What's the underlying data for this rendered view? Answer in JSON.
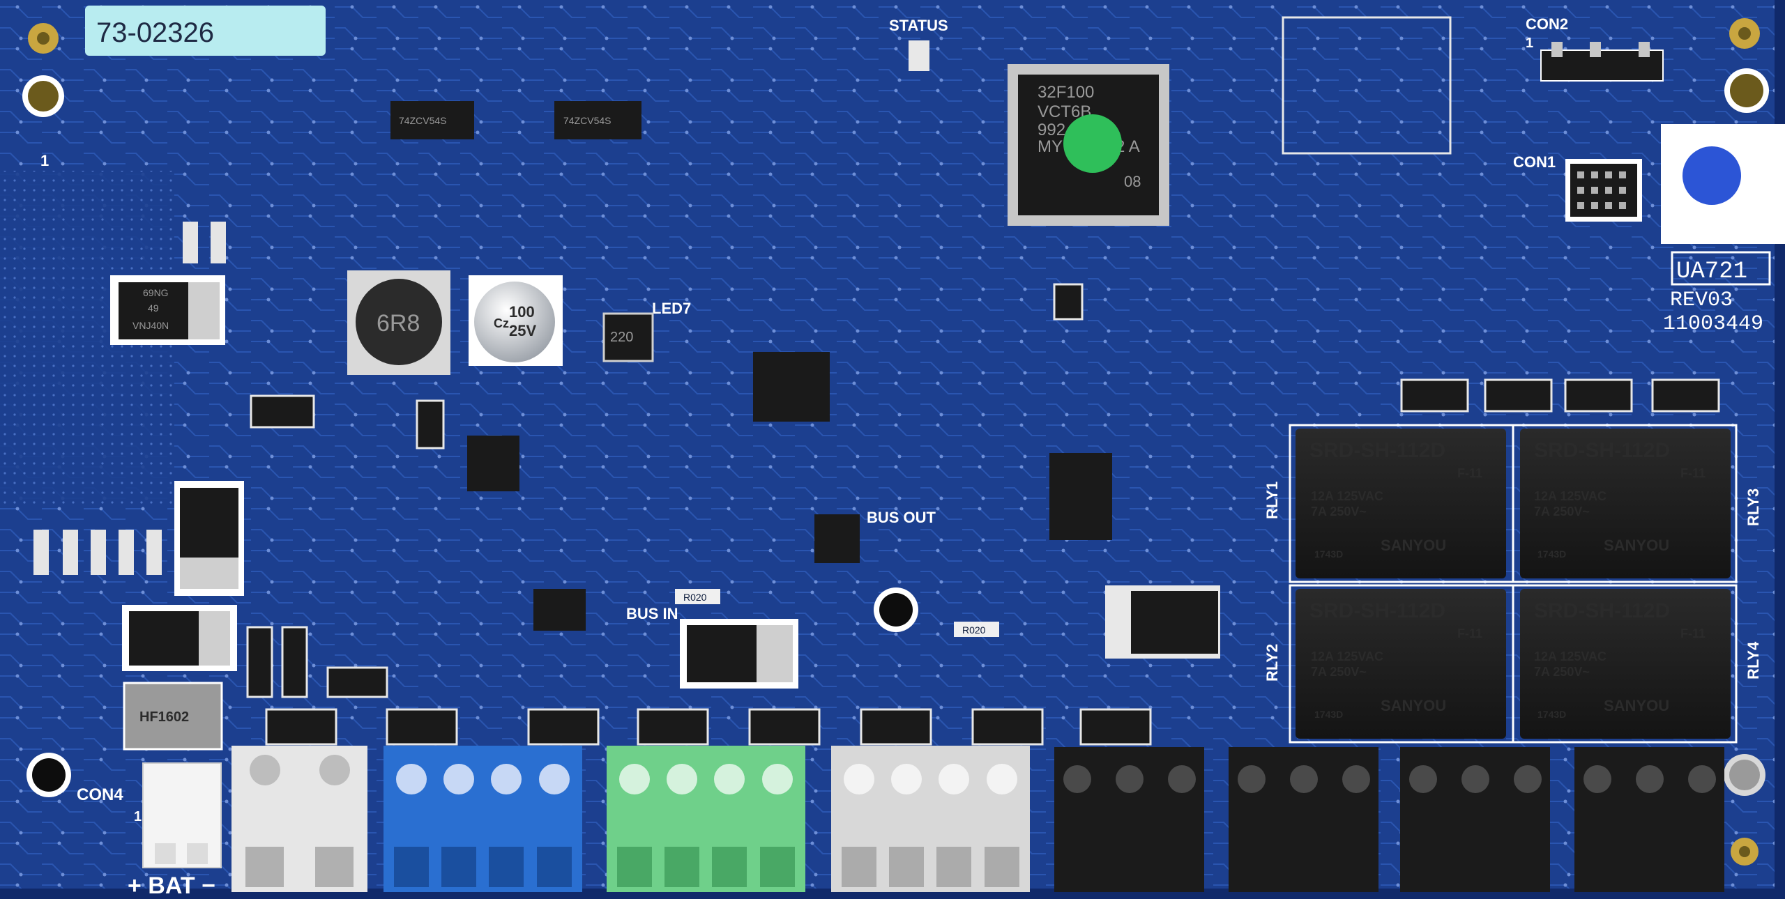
{
  "board": {
    "part_tag": "73-02326",
    "model": "UA721",
    "revision": "REV03",
    "serial": "11003449"
  },
  "silkscreen": {
    "status": "STATUS",
    "con1": "CON1",
    "con2": "CON2",
    "con2_pin": "1",
    "con4": "CON4",
    "con4_pin": "1",
    "led7": "LED7",
    "bus_out": "BUS OUT",
    "bus_in": "BUS IN",
    "bat": "+ BAT −",
    "hole_num": "1",
    "rly1": "RLY1",
    "rly2": "RLY2",
    "rly3": "RLY3",
    "rly4": "RLY4",
    "r020": "R020",
    "r020b": "R020"
  },
  "components": {
    "mcu_line1": "32F100",
    "mcu_line2": "VCT6B",
    "mcu_line3": "992",
    "mcu_line4": "MY",
    "mcu_line5": "2 A",
    "mcu_line6": "08",
    "inductor": "6R8",
    "cap_line1": "100",
    "cap_line2": "25V",
    "cap_mark": "Cz",
    "inductor2": "220",
    "reg_text": "69NG",
    "reg_text2": "49",
    "reg_text3": "VNJ40N",
    "fuse_text": "HF1602",
    "ic1": "74ZCV54S",
    "ic2": "74ZCV54S"
  },
  "relays": {
    "model": "SRD-SH-112D",
    "rating1": "12A 125VAC",
    "rating2": "7A 250V~",
    "code": "F-11",
    "brand": "SANYOU",
    "date": "1743D"
  },
  "colors": {
    "pcb": "#1c3f8f",
    "pcb_dark": "#10296a",
    "trace": "#2a55b0",
    "chip": "#1a1a1a",
    "relay": "#1f1f1f",
    "terminal_white": "#e6e6e6",
    "terminal_blue": "#2a6fd1",
    "terminal_green": "#6fd08a",
    "terminal_grey": "#d8d8d8",
    "terminal_black": "#1b1b1b",
    "dot_green": "#2fbf5a",
    "dot_blue": "#2c55d6",
    "tag_bg": "#b8ecf0"
  }
}
